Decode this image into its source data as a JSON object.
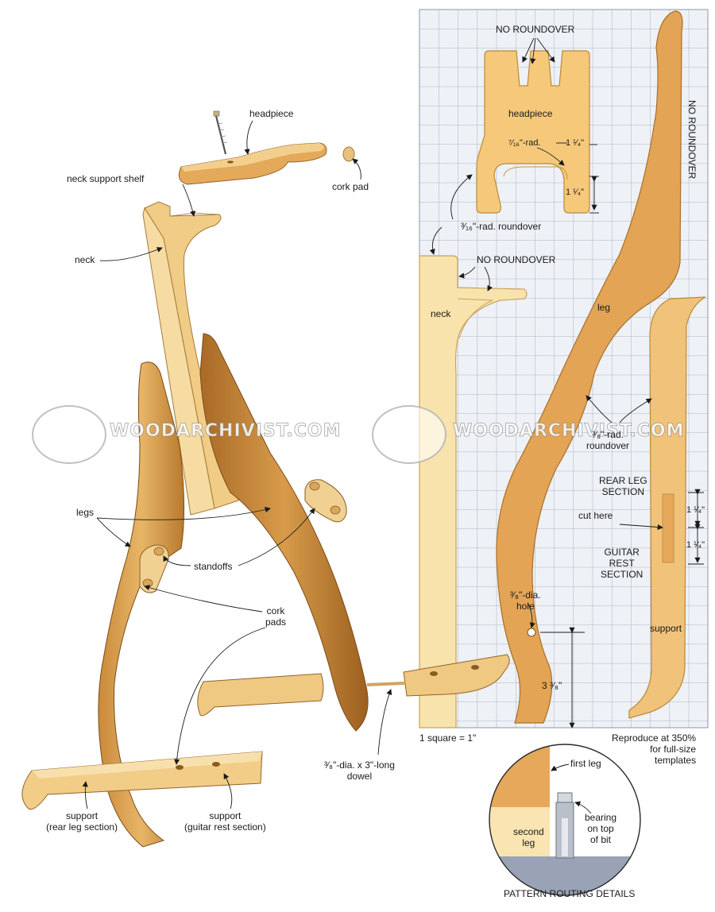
{
  "watermark": "WOODARCHIVIST.COM",
  "exploded_view": {
    "headpiece": "headpiece",
    "neck_support_shelf": "neck support shelf",
    "cork_pad_top": "cork pad",
    "neck": "neck",
    "legs": "legs",
    "standoffs": "standoffs",
    "cork_pads_line1": "cork",
    "cork_pads_line2": "pads",
    "dowel_line1": "³⁄₈\"-dia. x 3\"-long",
    "dowel_line2": "dowel",
    "support_rear_line1": "support",
    "support_rear_line2": "(rear leg section)",
    "support_guitar_line1": "support",
    "support_guitar_line2": "(guitar rest section)"
  },
  "templates": {
    "no_roundover_top": "NO ROUNDOVER",
    "headpiece": "headpiece",
    "radius_7_16": "⁷⁄₁₆\"-rad.",
    "dim_1_1_4_a": "1 ¹⁄₄\"",
    "dim_1_1_4_b": "1 ¹⁄₄\"",
    "roundover_3_16": "³⁄₁₆\"-rad. roundover",
    "no_roundover_side": "NO ROUNDOVER",
    "no_roundover_neck": "NO ROUNDOVER",
    "neck": "neck",
    "leg": "leg",
    "roundover_3_8_line1": "³⁄₈\"-rad.",
    "roundover_3_8_line2": "roundover",
    "rear_leg_line1": "REAR LEG",
    "rear_leg_line2": "SECTION",
    "cut_here": "cut here",
    "dim_1_1_4_c": "1 ¹⁄₄\"",
    "dim_1_1_4_d": "1 ¹⁄₄\"",
    "guitar_rest_line1": "GUITAR",
    "guitar_rest_line2": "REST",
    "guitar_rest_line3": "SECTION",
    "hole_line1": "³⁄₈\"-dia.",
    "hole_line2": "hole",
    "dim_3_3_8": "3 ³⁄₈\"",
    "support": "support",
    "scale_note": "1 square = 1\"",
    "reproduce_line1": "Reproduce at 350%",
    "reproduce_line2": "for full-size",
    "reproduce_line3": "templates"
  },
  "detail": {
    "first_leg": "first leg",
    "second_leg_line1": "second",
    "second_leg_line2": "leg",
    "bearing_line1": "bearing",
    "bearing_line2": "on top",
    "bearing_line3": "of bit",
    "title": "PATTERN ROUTING DETAILS"
  }
}
